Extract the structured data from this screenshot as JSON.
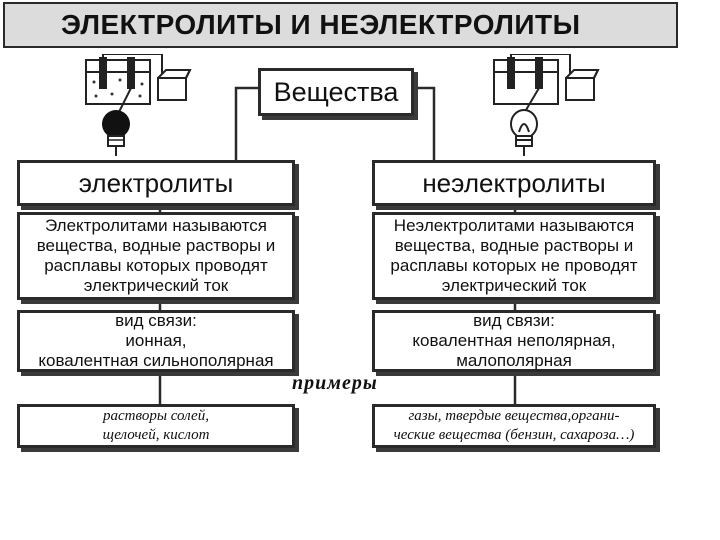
{
  "title": "ЭЛЕКТРОЛИТЫ И НЕЭЛЕКТРОЛИТЫ",
  "center": "Вещества",
  "left": {
    "heading": "электролиты",
    "definition": "Электролитами называются\nвещества, водные растворы и\nрасплавы которых проводят\nэлектрический ток",
    "bond": "вид связи:\nионная,\nковалентная сильнополярная",
    "examples": "растворы солей,\nщелочей, кислот"
  },
  "right": {
    "heading": "неэлектролиты",
    "definition": "Неэлектролитами называются\nвещества, водные растворы и\nрасплавы которых не проводят\nэлектрический ток",
    "bond": "вид связи:\nковалентная неполярная,\nмалополярная",
    "examples": "газы, твердые вещества,органи-\nческие вещества (бензин, сахароза…)"
  },
  "examples_label": "примеры",
  "icons": {
    "left_apparatus": "electrolysis-cell-lit-bulb-icon",
    "right_apparatus": "electrolysis-cell-unlit-bulb-icon"
  }
}
